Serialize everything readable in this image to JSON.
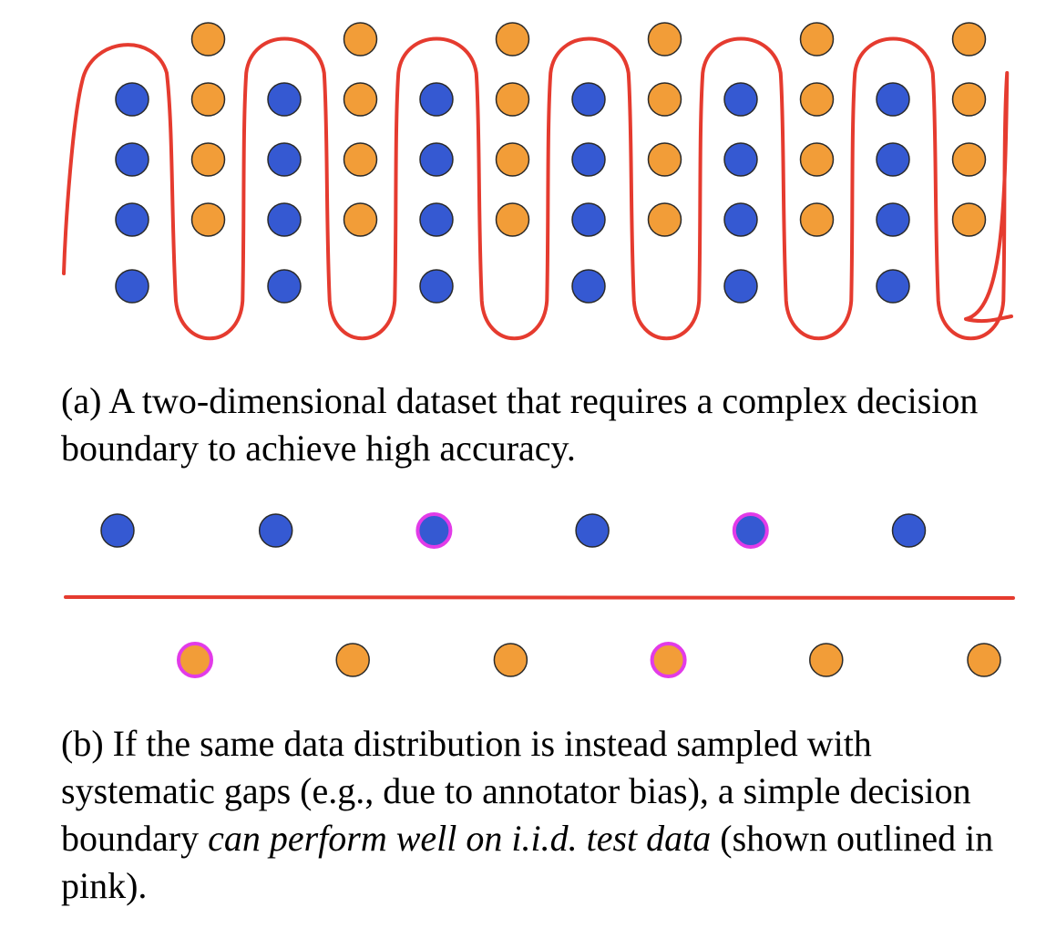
{
  "colors": {
    "blue": "#3559d2",
    "orange": "#f29d38",
    "boundary": "#e53b2f",
    "highlight": "#e23be8",
    "outline": "#2a2a2a"
  },
  "panel_a": {
    "caption": "(a) A two-dimensional dataset that requires a complex decision boundary to achieve high accuracy.",
    "columns": [
      {
        "class": "blue",
        "points": 4
      },
      {
        "class": "orange",
        "points": 4
      },
      {
        "class": "blue",
        "points": 4
      },
      {
        "class": "orange",
        "points": 4
      },
      {
        "class": "blue",
        "points": 4
      },
      {
        "class": "orange",
        "points": 4
      },
      {
        "class": "blue",
        "points": 4
      },
      {
        "class": "orange",
        "points": 4
      },
      {
        "class": "blue",
        "points": 4
      },
      {
        "class": "orange",
        "points": 4
      },
      {
        "class": "blue",
        "points": 4
      },
      {
        "class": "orange",
        "points": 4
      }
    ]
  },
  "panel_b": {
    "caption_before": "(b) If the same data distribution is instead sampled with systematic gaps (e.g., due to annotator bias), a simple decision boundary ",
    "caption_italic": "can perform well on i.i.d. test data",
    "caption_after": " (shown outlined in pink).",
    "top_row": [
      {
        "class": "blue",
        "test": false
      },
      {
        "class": "blue",
        "test": false
      },
      {
        "class": "blue",
        "test": true
      },
      {
        "class": "blue",
        "test": false
      },
      {
        "class": "blue",
        "test": true
      },
      {
        "class": "blue",
        "test": false
      }
    ],
    "bottom_row": [
      {
        "class": "orange",
        "test": true
      },
      {
        "class": "orange",
        "test": false
      },
      {
        "class": "orange",
        "test": false
      },
      {
        "class": "orange",
        "test": true
      },
      {
        "class": "orange",
        "test": false
      },
      {
        "class": "orange",
        "test": false
      }
    ]
  }
}
